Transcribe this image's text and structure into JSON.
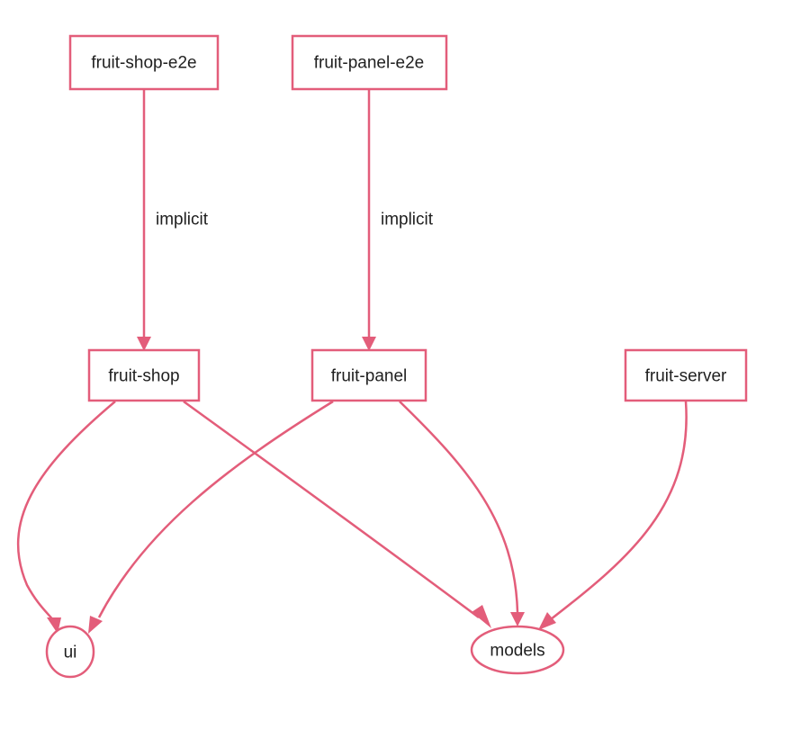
{
  "colors": {
    "accent": "#e35d7a",
    "text": "#1f1f1f",
    "background": "#ffffff"
  },
  "diagram": {
    "type": "dependency-graph",
    "nodes": [
      {
        "id": "fruit-shop-e2e",
        "label": "fruit-shop-e2e",
        "shape": "box"
      },
      {
        "id": "fruit-panel-e2e",
        "label": "fruit-panel-e2e",
        "shape": "box"
      },
      {
        "id": "fruit-shop",
        "label": "fruit-shop",
        "shape": "box"
      },
      {
        "id": "fruit-panel",
        "label": "fruit-panel",
        "shape": "box"
      },
      {
        "id": "fruit-server",
        "label": "fruit-server",
        "shape": "box"
      },
      {
        "id": "ui",
        "label": "ui",
        "shape": "ellipse"
      },
      {
        "id": "models",
        "label": "models",
        "shape": "ellipse"
      }
    ],
    "edges": [
      {
        "from": "fruit-shop-e2e",
        "to": "fruit-shop",
        "label": "implicit"
      },
      {
        "from": "fruit-panel-e2e",
        "to": "fruit-panel",
        "label": "implicit"
      },
      {
        "from": "fruit-shop",
        "to": "ui",
        "label": ""
      },
      {
        "from": "fruit-shop",
        "to": "models",
        "label": ""
      },
      {
        "from": "fruit-panel",
        "to": "ui",
        "label": ""
      },
      {
        "from": "fruit-panel",
        "to": "models",
        "label": ""
      },
      {
        "from": "fruit-server",
        "to": "models",
        "label": ""
      }
    ]
  }
}
